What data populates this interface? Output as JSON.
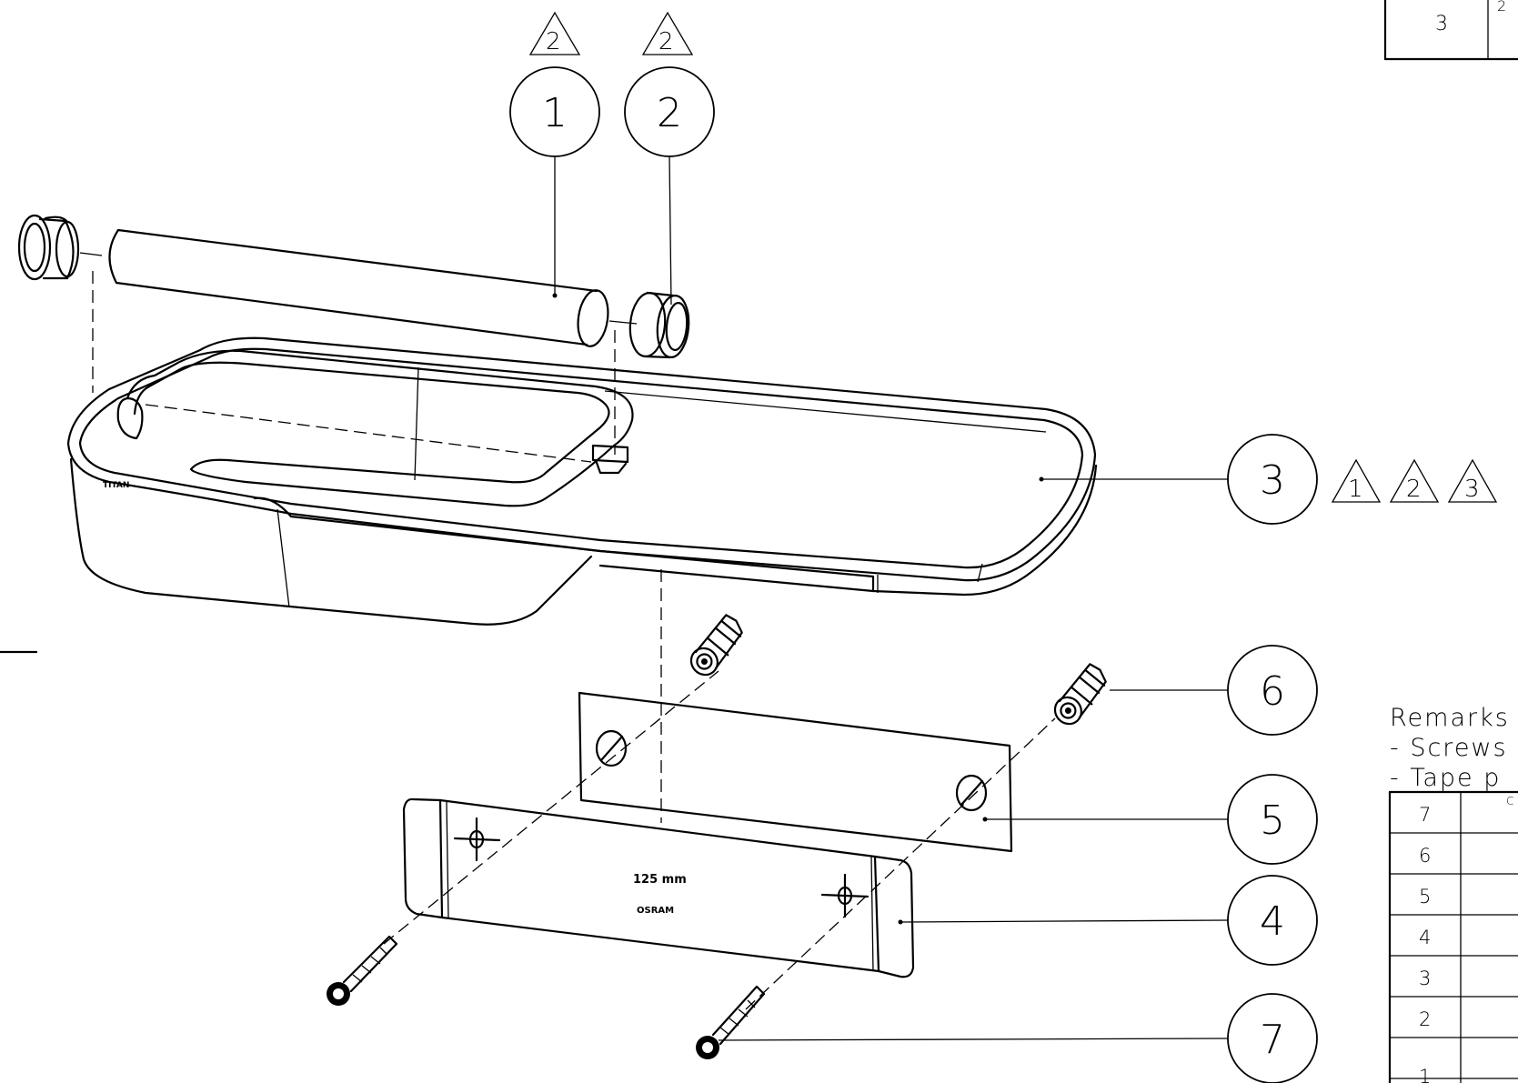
{
  "callouts": [
    {
      "id": "1",
      "label": "1"
    },
    {
      "id": "2",
      "label": "2"
    },
    {
      "id": "3",
      "label": "3"
    },
    {
      "id": "4",
      "label": "4"
    },
    {
      "id": "5",
      "label": "5"
    },
    {
      "id": "6",
      "label": "6"
    },
    {
      "id": "7",
      "label": "7"
    }
  ],
  "revision_triangles": {
    "part1": "2",
    "part2": "2",
    "part3": [
      "1",
      "2",
      "3"
    ]
  },
  "top_table": {
    "cell_left": "3",
    "cell_right": "2"
  },
  "remarks": {
    "title": "Remarks",
    "line1": "- Screws",
    "line2": "- Tape p"
  },
  "parts_table": {
    "rows": [
      "7",
      "6",
      "5",
      "4",
      "3",
      "2",
      "1"
    ],
    "first_row_partial": "C"
  },
  "part_markings": {
    "bracket_dimension": "125 mm",
    "bracket_brand": "OSRAM",
    "housing_brand": "TITAN"
  }
}
